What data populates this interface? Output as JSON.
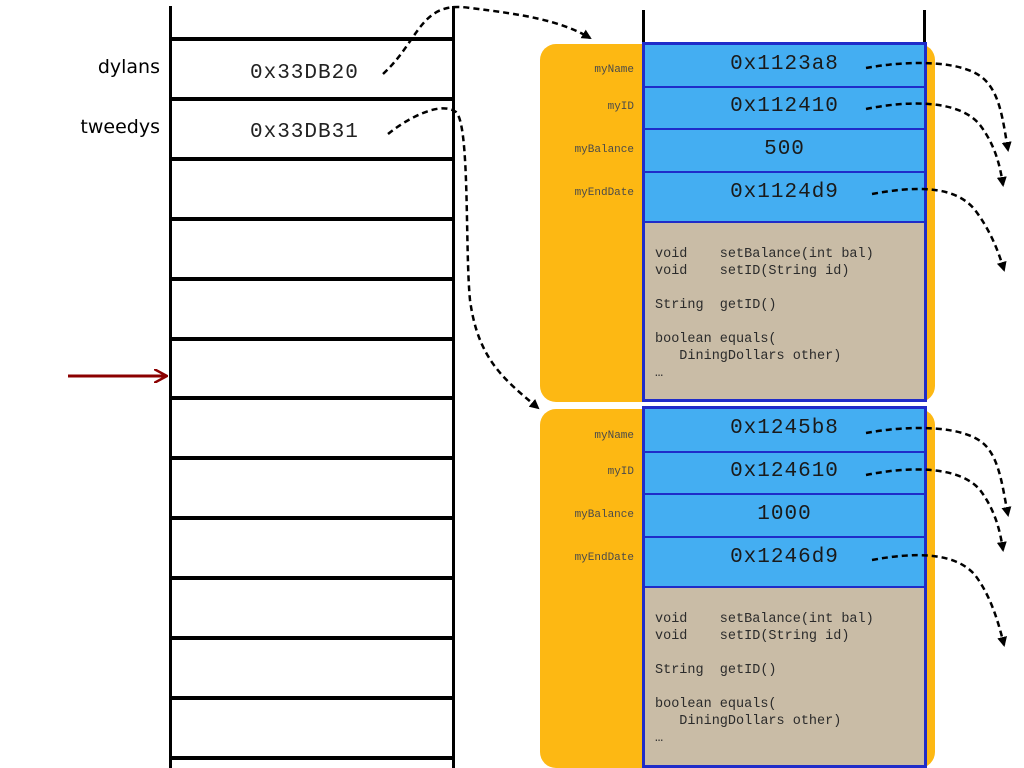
{
  "stack": {
    "variables": [
      {
        "name": "dylans",
        "value": "0x33DB20"
      },
      {
        "name": "tweedys",
        "value": "0x33DB31"
      }
    ]
  },
  "objects": [
    {
      "fields": [
        {
          "label": "myName",
          "value": "0x1123a8"
        },
        {
          "label": "myID",
          "value": "0x112410"
        },
        {
          "label": "myBalance",
          "value": "500"
        },
        {
          "label": "myEndDate",
          "value": "0x1124d9"
        }
      ],
      "methods": "void    setBalance(int bal)\nvoid    setID(String id)\n\nString  getID()\n\nboolean equals(\n   DiningDollars other)\n…"
    },
    {
      "fields": [
        {
          "label": "myName",
          "value": "0x1245b8"
        },
        {
          "label": "myID",
          "value": "0x124610"
        },
        {
          "label": "myBalance",
          "value": "1000"
        },
        {
          "label": "myEndDate",
          "value": "0x1246d9"
        }
      ],
      "methods": "void    setBalance(int bal)\nvoid    setID(String id)\n\nString  getID()\n\nboolean equals(\n   DiningDollars other)\n…"
    }
  ],
  "colors": {
    "object_bg": "#FDB813",
    "field_bg": "#44aef2",
    "frame": "#1f2cc9",
    "methods_bg": "#c9bca6",
    "pointer_arrow": "#8b0000"
  },
  "icons": {
    "stack_pointer": "right-arrow-icon",
    "reference": "dashed-curved-arrow-icon"
  }
}
